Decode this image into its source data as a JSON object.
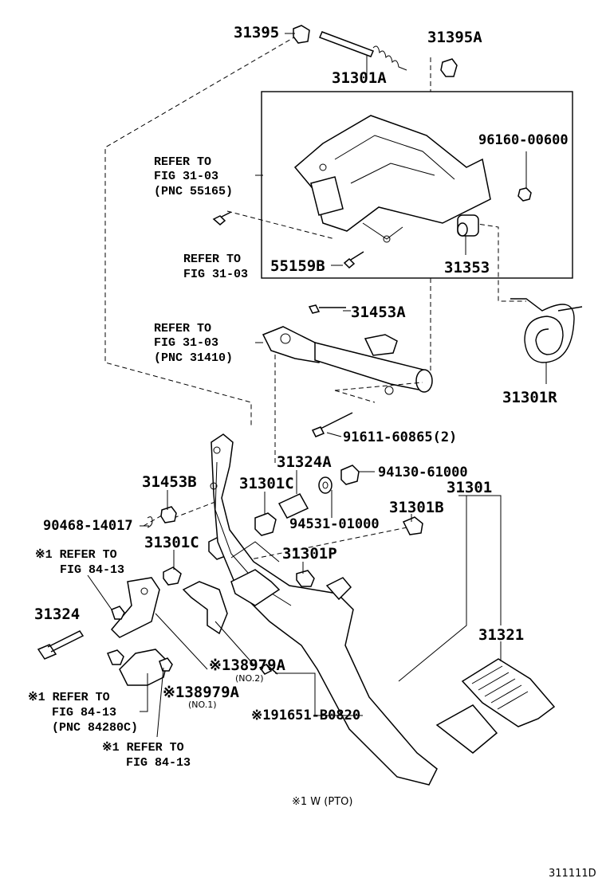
{
  "diagram": {
    "parts": {
      "p31395": "31395",
      "p31395a": "31395A",
      "p31301a": "31301A",
      "p96160": "96160-00600",
      "p55159b": "55159B",
      "p31353": "31353",
      "p31453a": "31453A",
      "p31301r": "31301R",
      "p91611": "91611-60865(2)",
      "p31324a": "31324A",
      "p94130": "94130-61000",
      "p31453b": "31453B",
      "p31301c_top": "31301C",
      "p31301": "31301",
      "p94531": "94531-01000",
      "p31301b": "31301B",
      "p90468": "90468-14017",
      "p31301c_mid": "31301C",
      "p31301p": "31301P",
      "p31324": "31324",
      "p31321": "31321",
      "p38979a_no2": "※138979A",
      "p38979a_no2_sub": "(NO.2)",
      "p38979a_no1": "※138979A",
      "p38979a_no1_sub": "(NO.1)",
      "p91651": "※191651-B0820"
    },
    "refs": {
      "r1_line1": "REFER TO",
      "r1_line2": "FIG 31-03",
      "r1_line3": "(PNC 55165)",
      "r2_line1": "REFER TO",
      "r2_line2": "FIG 31-03",
      "r3_line1": "REFER TO",
      "r3_line2": "FIG 31-03",
      "r3_line3": "(PNC 31410)",
      "r4_line1": "※1 REFER TO",
      "r4_line2": "FIG 84-13",
      "r5_line1": "※1 REFER TO",
      "r5_line2": "FIG 84-13",
      "r5_line3": "(PNC 84280C)",
      "r6_line1": "※1 REFER TO",
      "r6_line2": "FIG 84-13"
    },
    "footnote": "※1 W (PTO)",
    "figure_id": "311111D"
  }
}
